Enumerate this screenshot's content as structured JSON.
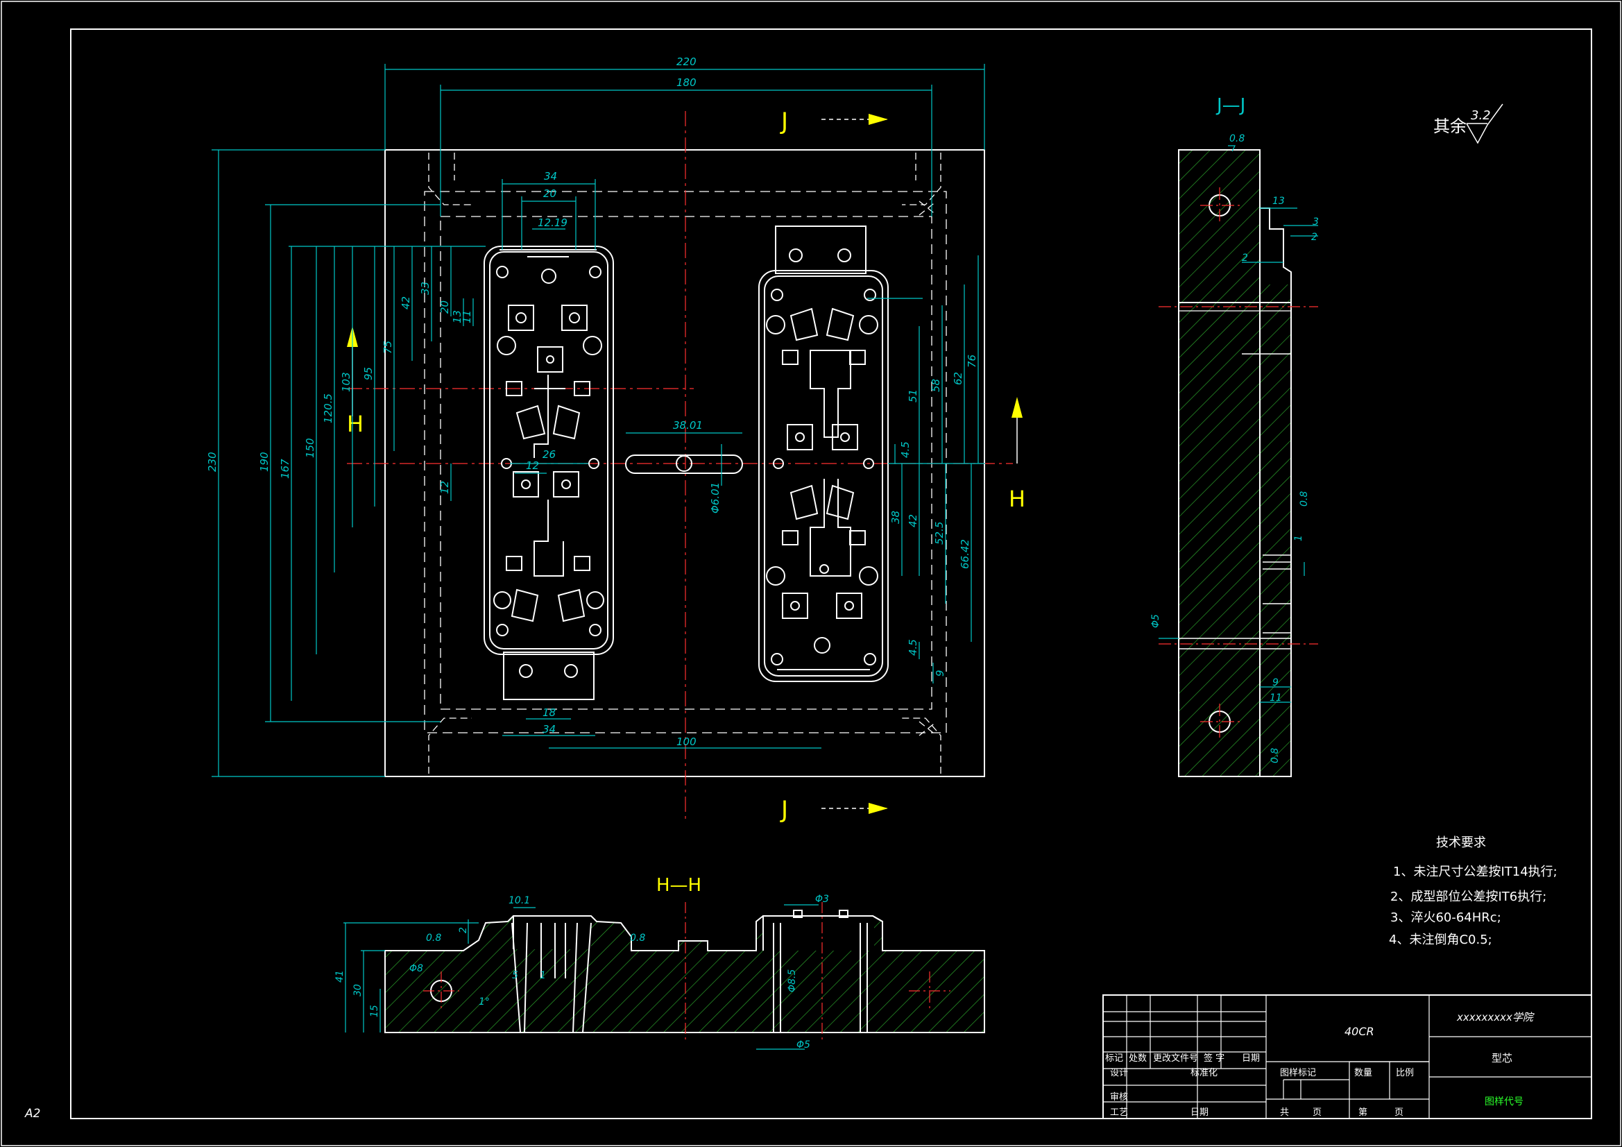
{
  "sheet": {
    "size_label": "A2",
    "roughness_note": "其余",
    "roughness_value": "3.2"
  },
  "views": {
    "section_jj": "J—J",
    "section_hh": "H—H",
    "cut_j": "J",
    "cut_h": "H"
  },
  "dims_top": {
    "d220": "220",
    "d180": "180",
    "d34a": "34",
    "d20a": "20",
    "d1219": "12.19",
    "d230": "230",
    "d190": "190",
    "d167": "167",
    "d150": "150",
    "d1205": "120.5",
    "d103": "103",
    "d95": "95",
    "d75": "75",
    "d42": "42",
    "d33": "33",
    "d20b": "20",
    "d13": "13",
    "d11": "11",
    "d12a": "12",
    "d12b": "12",
    "d26": "26",
    "d3801": "38.01",
    "d601": "Φ6.01",
    "d100": "100",
    "d18": "18",
    "d34b": "34",
    "d51": "51",
    "d58": "58",
    "d62": "62",
    "d76": "76",
    "d45a": "4.5",
    "d38": "38",
    "d42b": "42",
    "d525": "52.5",
    "d6642": "66.42",
    "d45b": "4.5",
    "d9": "9"
  },
  "dims_jj": {
    "d13": "13",
    "d3": "3",
    "d2a": "2",
    "d2b": "2",
    "d1": "1",
    "d5": "Φ5",
    "d9": "9",
    "d11": "11",
    "r08a": "0.8",
    "r08b": "0.8",
    "r08c": "0.8"
  },
  "dims_hh": {
    "d101": "10.1",
    "d3": "Φ3",
    "d2": "2",
    "d41": "41",
    "d30": "30",
    "d15": "15",
    "d8": "Φ8",
    "d5": "5",
    "d1": "1",
    "d5b": "Φ5",
    "ang": "1°",
    "r08a": "0.8",
    "r08b": "0.8",
    "d85": "Φ8.5"
  },
  "tech": {
    "title": "技术要求",
    "items": [
      "1、未注尺寸公差按IT14执行;",
      "2、成型部位公差按IT6执行;",
      "3、淬火60-64HRc;",
      "4、未注倒角C0.5;"
    ]
  },
  "title_block": {
    "material": "40CR",
    "school": "xxxxxxxxx学院",
    "part_name": "型芯",
    "drawing_no": "图样代号",
    "h_mark": "标记",
    "h_count": "处数",
    "h_change": "更改文件号",
    "h_sign": "签 字",
    "h_date": "日期",
    "r_design": "设计",
    "r_std": "标准化",
    "r_review": "审核",
    "r_process": "工艺",
    "r_date": "日期",
    "c_pattern": "图样标记",
    "c_qty": "数量",
    "c_scale": "比例",
    "c_total": "共",
    "c_page": "页",
    "c_sheet": "第",
    "c_page2": "页"
  },
  "colors": {
    "outline": "#ffffff",
    "dimension": "#00c8c8",
    "center": "#ff3030",
    "hatch": "#2aa02a",
    "arrow": "#ffff00"
  }
}
